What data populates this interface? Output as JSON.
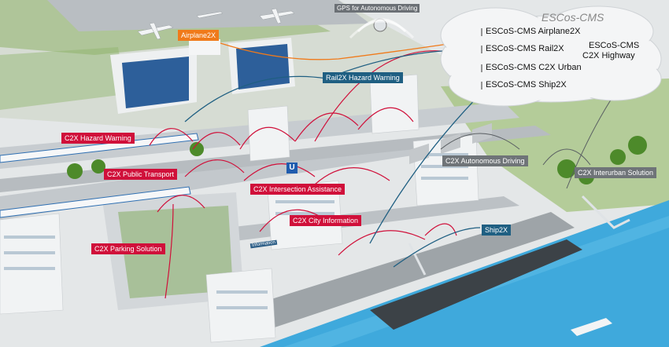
{
  "cloud": {
    "title": "ESCos-CMS",
    "items": [
      "ESCoS-CMS Airplane2X",
      "ESCoS-CMS Rail2X",
      "ESCoS-CMS C2X Urban",
      "ESCoS-CMS Ship2X"
    ],
    "highway_line1": "ESCoS-CMS",
    "highway_line2": "C2X Highway"
  },
  "gps_label": "GPS for Autonomous Driving",
  "labels": {
    "airplane": "Airplane2X",
    "rail_hazard": "Rail2X Hazard Warning",
    "c2x_hazard": "C2X Hazard Warning",
    "public_transport": "C2X Public Transport",
    "intersection": "C2X Intersection Assistance",
    "city_info": "C2X City Information",
    "parking": "C2X Parking Solution",
    "ship": "Ship2X",
    "autonomous": "C2X Autonomous Driving",
    "interurban": "C2X Interurban Solution",
    "information_sign": "Information",
    "u_sign": "U"
  },
  "colors": {
    "red": "#d0103a",
    "blue": "#1f5f82",
    "orange": "#f07a1a",
    "gray": "#6f7478",
    "water": "#3fa9dc"
  }
}
